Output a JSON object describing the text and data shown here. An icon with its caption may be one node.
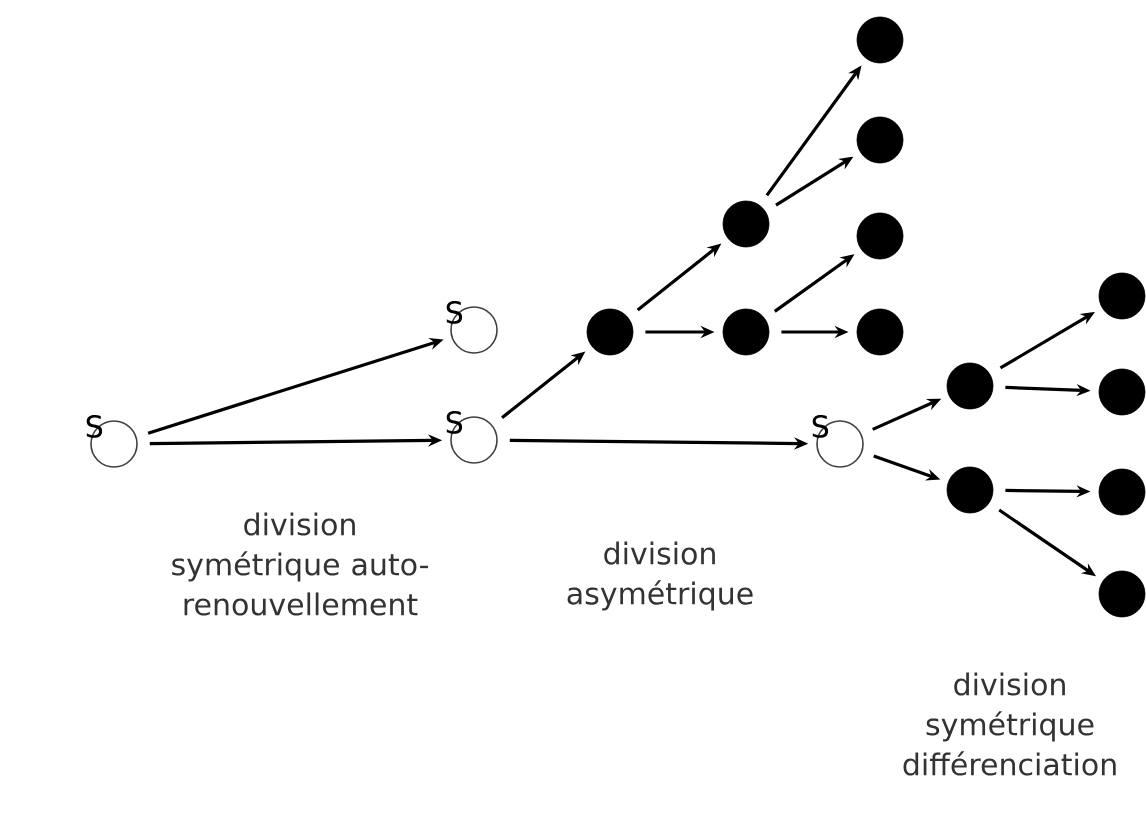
{
  "diagram": {
    "nodes": [
      {
        "text": [],
        "shape": "circle",
        "beside": [
          "S"
        ]
      },
      {
        "text": [],
        "shape": "circle",
        "beside": [
          "S"
        ]
      },
      {
        "text": [],
        "shape": "circle",
        "beside": [
          "S"
        ]
      },
      {
        "text": [],
        "shape": "circle"
      },
      {
        "text": [],
        "shape": "circle"
      },
      {
        "text": [],
        "shape": "circle"
      },
      {
        "text": [],
        "shape": "circle"
      },
      {
        "text": [],
        "shape": "circle"
      },
      {
        "text": [],
        "shape": "circle"
      },
      {
        "text": [],
        "shape": "circle"
      },
      {
        "text": [],
        "shape": "circle",
        "beside": [
          "S"
        ]
      },
      {
        "text": [],
        "shape": "circle"
      },
      {
        "text": [],
        "shape": "circle"
      },
      {
        "text": [],
        "shape": "circle"
      },
      {
        "text": [],
        "shape": "circle"
      },
      {
        "text": [],
        "shape": "circle"
      },
      {
        "text": [],
        "shape": "circle"
      }
    ],
    "edges": [
      {
        "from": 0,
        "to": 1,
        "arrow": "to"
      },
      {
        "from": 0,
        "to": 2,
        "arrow": "to"
      },
      {
        "from": 2,
        "to": 3,
        "arrow": "to"
      },
      {
        "from": 3,
        "to": 4,
        "arrow": "to"
      },
      {
        "from": 3,
        "to": 5,
        "arrow": "to"
      },
      {
        "from": 4,
        "to": 6,
        "arrow": "to"
      },
      {
        "from": 4,
        "to": 7,
        "arrow": "to"
      },
      {
        "from": 5,
        "to": 8,
        "arrow": "to"
      },
      {
        "from": 5,
        "to": 9,
        "arrow": "to"
      },
      {
        "from": 2,
        "to": 10,
        "arrow": "to"
      },
      {
        "from": 10,
        "to": 11,
        "arrow": "to"
      },
      {
        "from": 10,
        "to": 12,
        "arrow": "to"
      },
      {
        "from": 11,
        "to": 13,
        "arrow": "to"
      },
      {
        "from": 11,
        "to": 14,
        "arrow": "to"
      },
      {
        "from": 12,
        "to": 15,
        "arrow": "to"
      },
      {
        "from": 12,
        "to": 16,
        "arrow": "to"
      }
    ],
    "labels": [
      "division symétrique auto-renouvellement",
      "division asymétrique",
      "division symétrique différenciation"
    ]
  }
}
